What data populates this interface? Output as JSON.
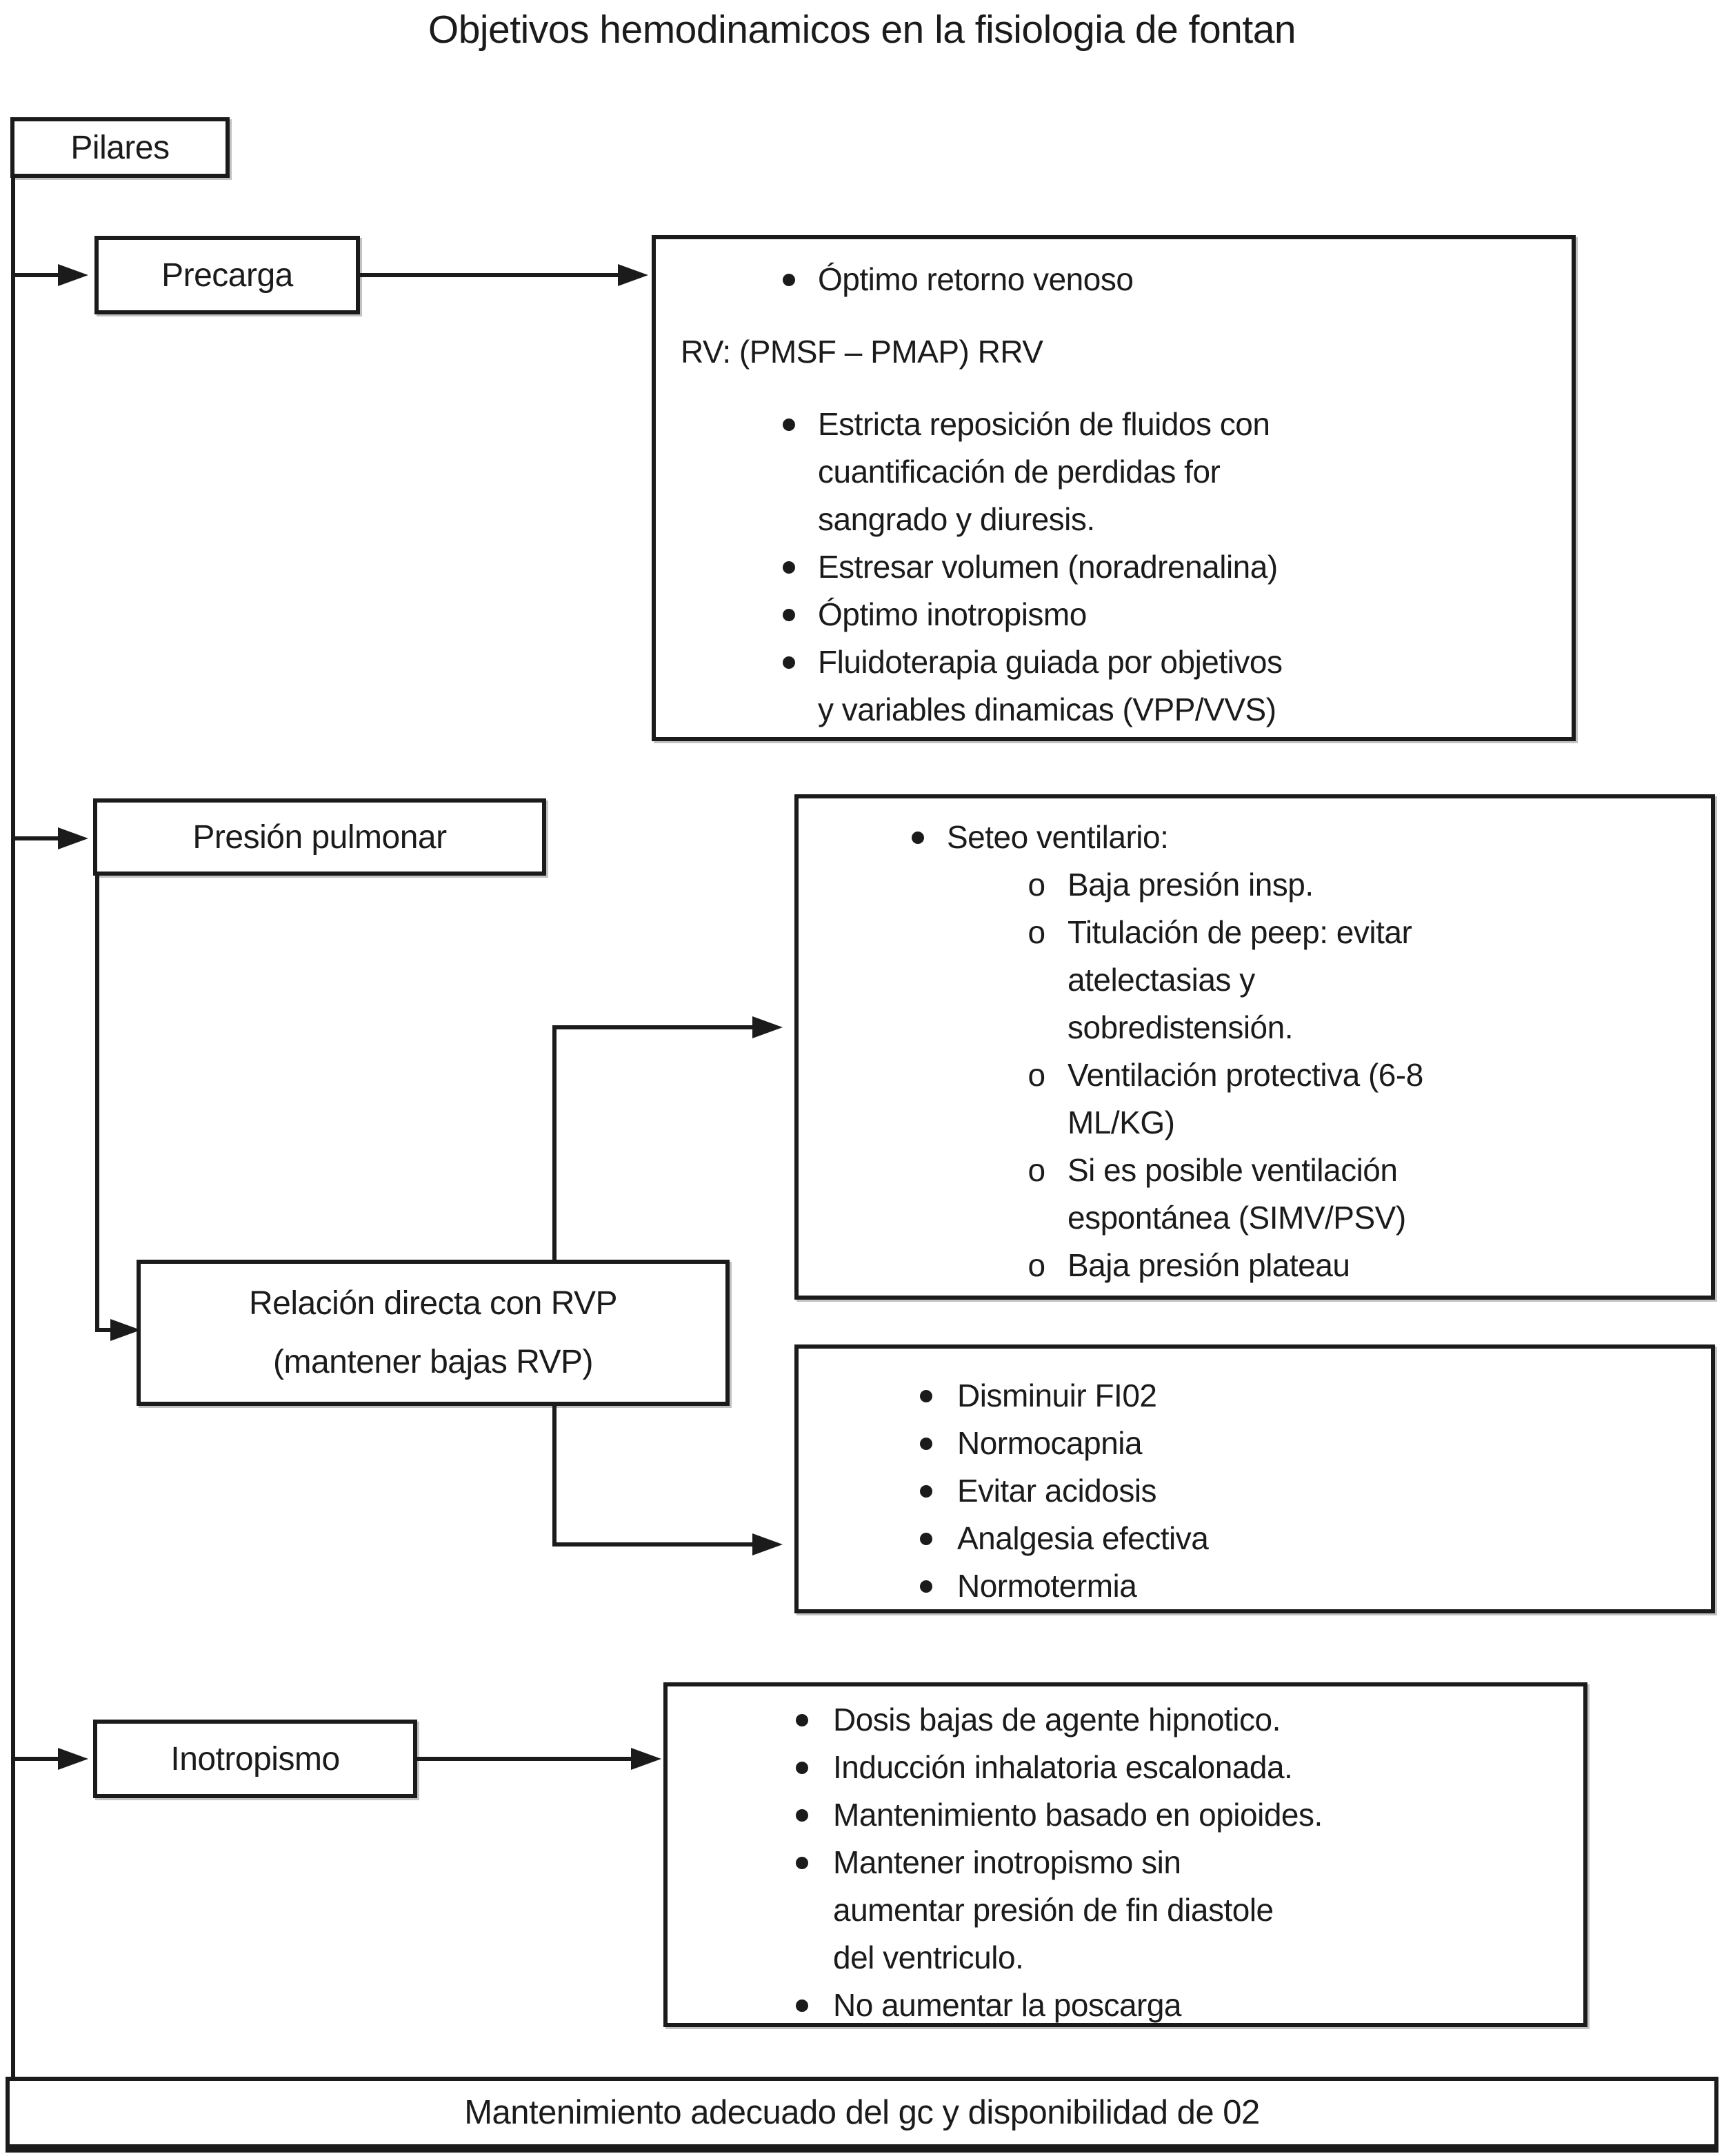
{
  "title": "Objetivos hemodinamicos en la fisiologia de fontan",
  "root": {
    "label": "Pilares"
  },
  "branches": {
    "precarga": {
      "label": "Precarga"
    },
    "presion_pulmonar": {
      "label": "Presión pulmonar"
    },
    "relacion_rvp": {
      "line1": "Relación directa con RVP",
      "line2": "(mantener bajas RVP)"
    },
    "inotropismo": {
      "label": "Inotropismo"
    }
  },
  "boxes": {
    "precarga_detail": [
      {
        "marker": "disc",
        "level": 1,
        "lines": [
          "Óptimo retorno venoso"
        ]
      },
      {
        "marker": "none",
        "level": 0,
        "lines": [
          "RV: (PMSF – PMAP) RRV"
        ]
      },
      {
        "marker": "disc",
        "level": 1,
        "lines": [
          "Estricta reposición de fluidos con",
          "cuantificación de perdidas for",
          "sangrado y diuresis."
        ]
      },
      {
        "marker": "disc",
        "level": 1,
        "lines": [
          "Estresar volumen (noradrenalina)"
        ]
      },
      {
        "marker": "disc",
        "level": 1,
        "lines": [
          "Óptimo inotropismo"
        ]
      },
      {
        "marker": "disc",
        "level": 1,
        "lines": [
          "Fluidoterapia guiada por objetivos",
          "y variables dinamicas (VPP/VVS)"
        ]
      }
    ],
    "ventilacion_detail": [
      {
        "marker": "disc",
        "level": 1,
        "lines": [
          "Seteo ventilario:"
        ]
      },
      {
        "marker": "circle",
        "level": 2,
        "lines": [
          "Baja presión insp."
        ]
      },
      {
        "marker": "circle",
        "level": 2,
        "lines": [
          "Titulación de peep: evitar",
          "atelectasias y",
          "sobredistensión."
        ]
      },
      {
        "marker": "circle",
        "level": 2,
        "lines": [
          "Ventilación protectiva (6-8",
          "ML/KG)"
        ]
      },
      {
        "marker": "circle",
        "level": 2,
        "lines": [
          "Si es posible ventilación",
          "espontánea (SIMV/PSV)"
        ]
      },
      {
        "marker": "circle",
        "level": 2,
        "lines": [
          "Baja presión plateau"
        ]
      }
    ],
    "rvp_detail": [
      {
        "marker": "disc",
        "level": 1,
        "lines": [
          "Disminuir FI02"
        ]
      },
      {
        "marker": "disc",
        "level": 1,
        "lines": [
          "Normocapnia"
        ]
      },
      {
        "marker": "disc",
        "level": 1,
        "lines": [
          "Evitar acidosis"
        ]
      },
      {
        "marker": "disc",
        "level": 1,
        "lines": [
          "Analgesia efectiva"
        ]
      },
      {
        "marker": "disc",
        "level": 1,
        "lines": [
          "Normotermia"
        ]
      }
    ],
    "inotropismo_detail": [
      {
        "marker": "disc",
        "level": 1,
        "lines": [
          "Dosis bajas de agente hipnotico."
        ]
      },
      {
        "marker": "disc",
        "level": 1,
        "lines": [
          "Inducción inhalatoria escalonada."
        ]
      },
      {
        "marker": "disc",
        "level": 1,
        "lines": [
          "Mantenimiento basado en opioides."
        ]
      },
      {
        "marker": "disc",
        "level": 1,
        "lines": [
          "Mantener inotropismo sin",
          "aumentar presión de fin diastole",
          "del ventriculo."
        ]
      },
      {
        "marker": "disc",
        "level": 1,
        "lines": [
          "No aumentar la poscarga"
        ]
      }
    ]
  },
  "footer": {
    "label": "Mantenimiento adecuado del gc y disponibilidad de 02"
  },
  "colors": {
    "ink": "#1b1b1b",
    "background": "#ffffff"
  }
}
